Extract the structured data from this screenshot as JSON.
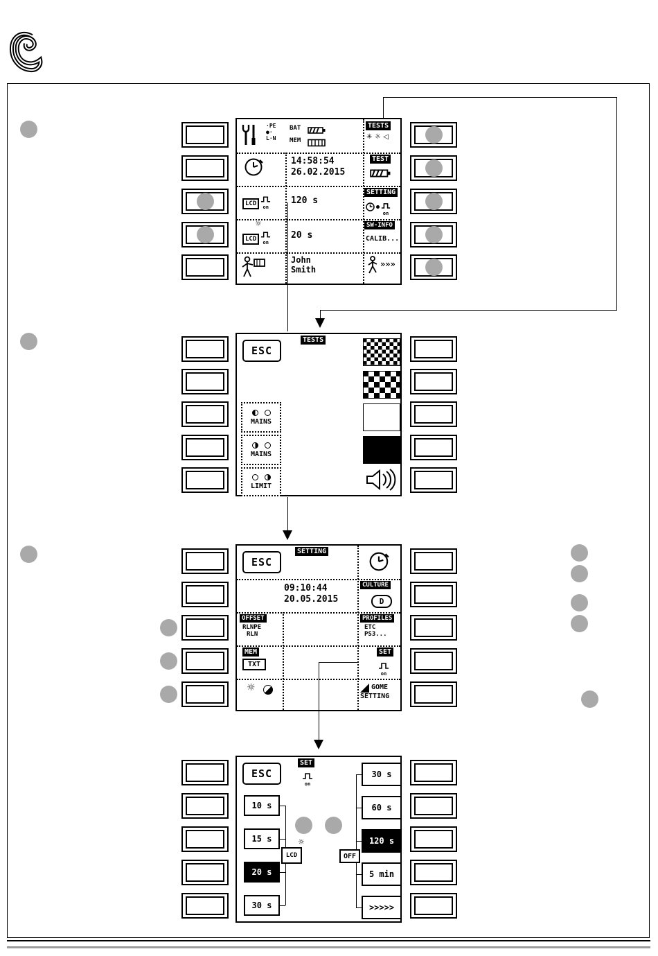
{
  "page": {
    "accent_gray": "#a9a9a9"
  },
  "screen1": {
    "statusbar": {
      "bat_label": "BAT",
      "mem_label": "MEM",
      "pln_lines": [
        "·PE",
        "●·",
        "L·N"
      ]
    },
    "rows": {
      "time": "14:58:54",
      "date": "26.02.2015",
      "lcd_off_delay": "120 s",
      "backlight_delay": "20 s",
      "user_first_name": "John",
      "user_last_name": "Smith"
    },
    "softkeys": {
      "tests_label": "TESTS",
      "test_label": "TEST",
      "setting_label": "SETTING",
      "sw_info_label": "SW-INFO",
      "calib_text": "CALIB...",
      "tests_icons": "✳ ☼ ◁",
      "walk_arrows": "»»»"
    },
    "icons": {
      "lcd_box": "LCD",
      "on_text": "on",
      "sun": "☼"
    }
  },
  "screen2": {
    "esc_label": "ESC",
    "title": "TESTS",
    "left_keys": [
      {
        "label": "MAINS"
      },
      {
        "label": "MAINS"
      },
      {
        "label": "LIMIT"
      }
    ]
  },
  "screen3": {
    "esc_label": "ESC",
    "title": "SETTING",
    "time": "09:10:44",
    "date": "20.05.2015",
    "culture_label": "CULTURE",
    "culture_value": "D",
    "offset_label": "OFFSET",
    "offset_line1": "RLNPE",
    "offset_line2": "RLN",
    "profiles_label": "PROFILES",
    "profiles_line1": "ETC",
    "profiles_line2": "PS3...",
    "mem_label": "MEM",
    "mem_value": "TXT",
    "set_label": "SET",
    "set_on": "on",
    "home_line1": "GOME",
    "home_line2": "SETTING",
    "sun": "☼"
  },
  "screen4": {
    "esc_label": "ESC",
    "title": "SET",
    "on_text": "on",
    "left_options": [
      "10 s",
      "15 s",
      "20 s",
      "30 s"
    ],
    "left_selected": "20 s",
    "right_options": [
      "30 s",
      "60 s",
      "120 s",
      "5 min",
      ">>>>>"
    ],
    "right_selected": "120 s",
    "lcd_label": "LCD",
    "off_label": "OFF",
    "sun": "☼"
  }
}
